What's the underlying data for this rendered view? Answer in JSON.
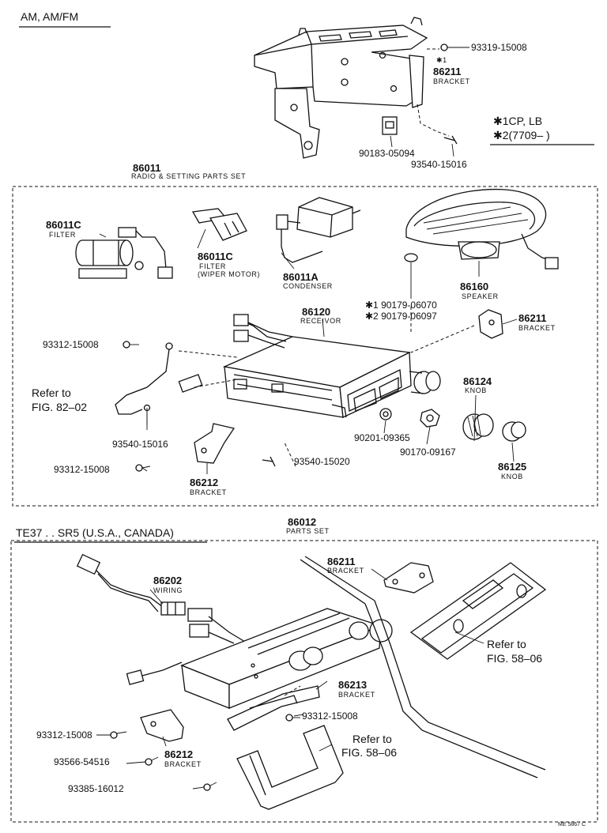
{
  "section_am": {
    "title": "AM, AM/FM"
  },
  "top": {
    "p93319": "93319-15008",
    "star1": "✱1",
    "p86211": "86211",
    "bracket": "BRACKET",
    "p90183": "90183-05094",
    "p93540": "93540-15016"
  },
  "notes": {
    "n1": "✱1CP, LB",
    "n2": "✱2(7709–       )"
  },
  "set1": {
    "number": "86011",
    "name": "RADIO & SETTING PARTS SET",
    "filter_num": "86011C",
    "filter_name": "FILTER",
    "wfilter_num": "86011C",
    "wfilter_name1": "FILTER",
    "wfilter_name2": "(WIPER MOTOR)",
    "cond_num": "86011A",
    "cond_name": "CONDENSER",
    "spk_num": "86160",
    "spk_name": "SPEAKER",
    "clip1": "✱1 90179-06070",
    "clip2": "✱2 90179-06097",
    "recv_num": "86120",
    "recv_name": "RECEIVOR",
    "br_num": "86211",
    "br_name": "BRACKET",
    "bolt1": "93312-15008",
    "refer": "Refer to",
    "fig82": "FIG. 82–02",
    "screw1": "93540-15016",
    "knob1_num": "86124",
    "knob1_name": "KNOB",
    "washer": "90201-09365",
    "nut": "90170-09167",
    "knob2_num": "86125",
    "knob2_name": "KNOB",
    "bolt2": "93312-15008",
    "screw2": "93540-15020",
    "br2_num": "86212",
    "br2_name": "BRACKET"
  },
  "section_te": {
    "title": "TE37 . . SR5 (U.S.A., CANADA)"
  },
  "set2": {
    "number": "86012",
    "name": "PARTS SET",
    "br_num": "86211",
    "br_name": "BRACKET",
    "wir_num": "86202",
    "wir_name": "WIRING",
    "refer1": "Refer to",
    "fig58a": "FIG. 58–06",
    "br3_num": "86213",
    "br3_name": "BRACKET",
    "bolt3": "93312-15008",
    "bolt4": "93312-15008",
    "refer2": "Refer to",
    "fig58b": "FIG. 58–06",
    "br4_num": "86212",
    "br4_name": "BRACKET",
    "screw3": "93566-54516",
    "bolt5": "93385-16012"
  },
  "footer": {
    "code": "ME 5867 C"
  }
}
